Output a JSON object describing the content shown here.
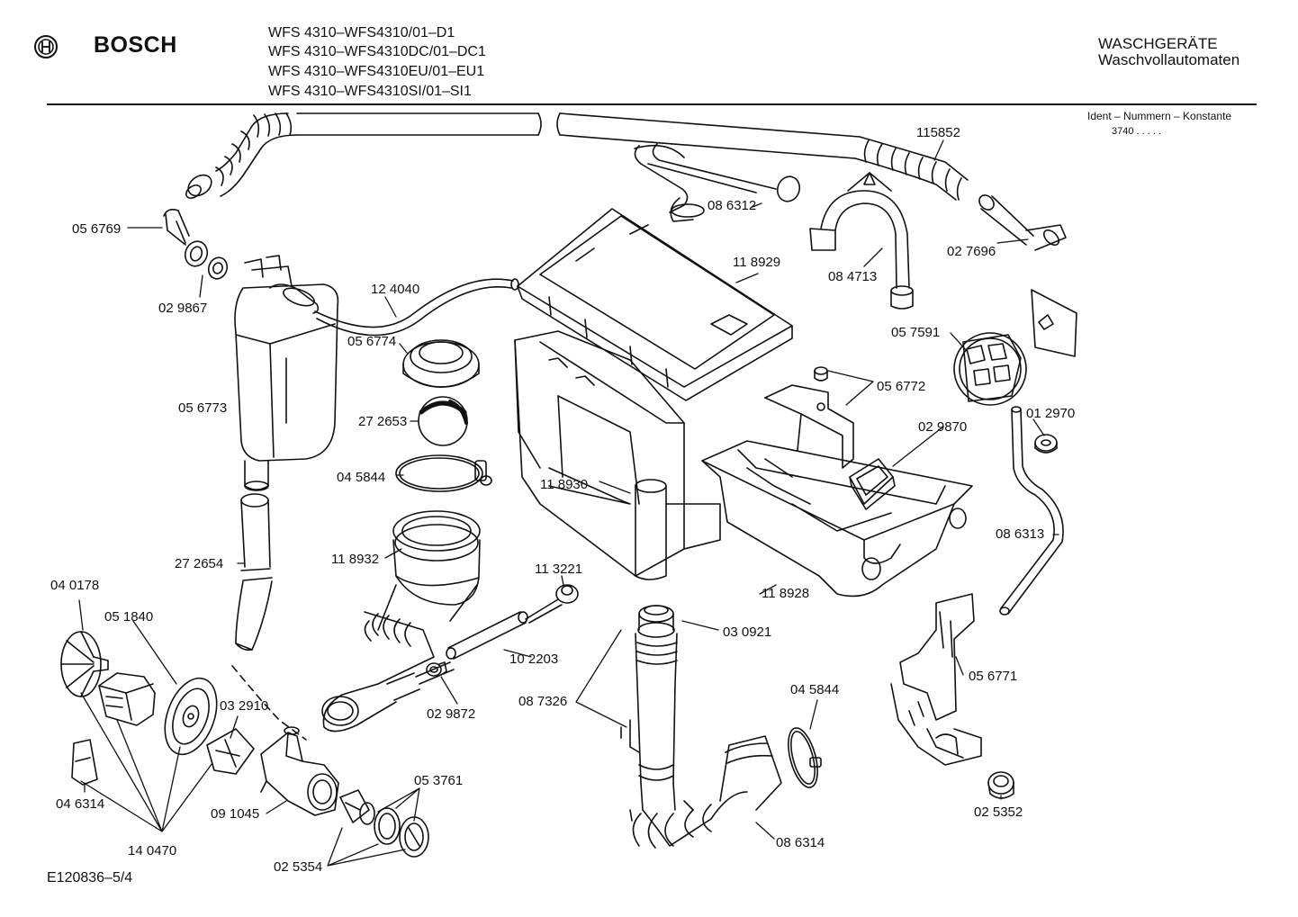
{
  "header": {
    "brand": "BOSCH",
    "models": [
      "WFS 4310–WFS4310/01–D1",
      "WFS 4310–WFS4310DC/01–DC1",
      "WFS 4310–WFS4310EU/01–EU1",
      "WFS 4310–WFS4310SI/01–SI1"
    ],
    "category": "WASCHGERÄTE",
    "subcategory": "Waschvollautomaten"
  },
  "ident": {
    "label": "Ident – Nummern – Konstante",
    "value": "3740  .  .  .  .  ."
  },
  "parts": [
    "115852",
    "08 6312",
    "02 7696",
    "08 4713",
    "05 6769",
    "02 9867",
    "12 4040",
    "11 8929",
    "05 7591",
    "05 6774",
    "05 6773",
    "27 2653",
    "05 6772",
    "01 2970",
    "02 9870",
    "04 5844",
    "11 8930",
    "08 6313",
    "11 8932",
    "27 2654",
    "11 3221",
    "11 8928",
    "04 0178",
    "05 1840",
    "03 0921",
    "10 2203",
    "05 6771",
    "04 5844",
    "08 7326",
    "02 9872",
    "03 2910",
    "05 3761",
    "04 6314",
    "09 1045",
    "02 5352",
    "14 0470",
    "08 6314",
    "02 5354"
  ],
  "footer": {
    "doc_id": "E120836–5/4"
  },
  "colors": {
    "line": "#111111",
    "background": "#ffffff"
  }
}
